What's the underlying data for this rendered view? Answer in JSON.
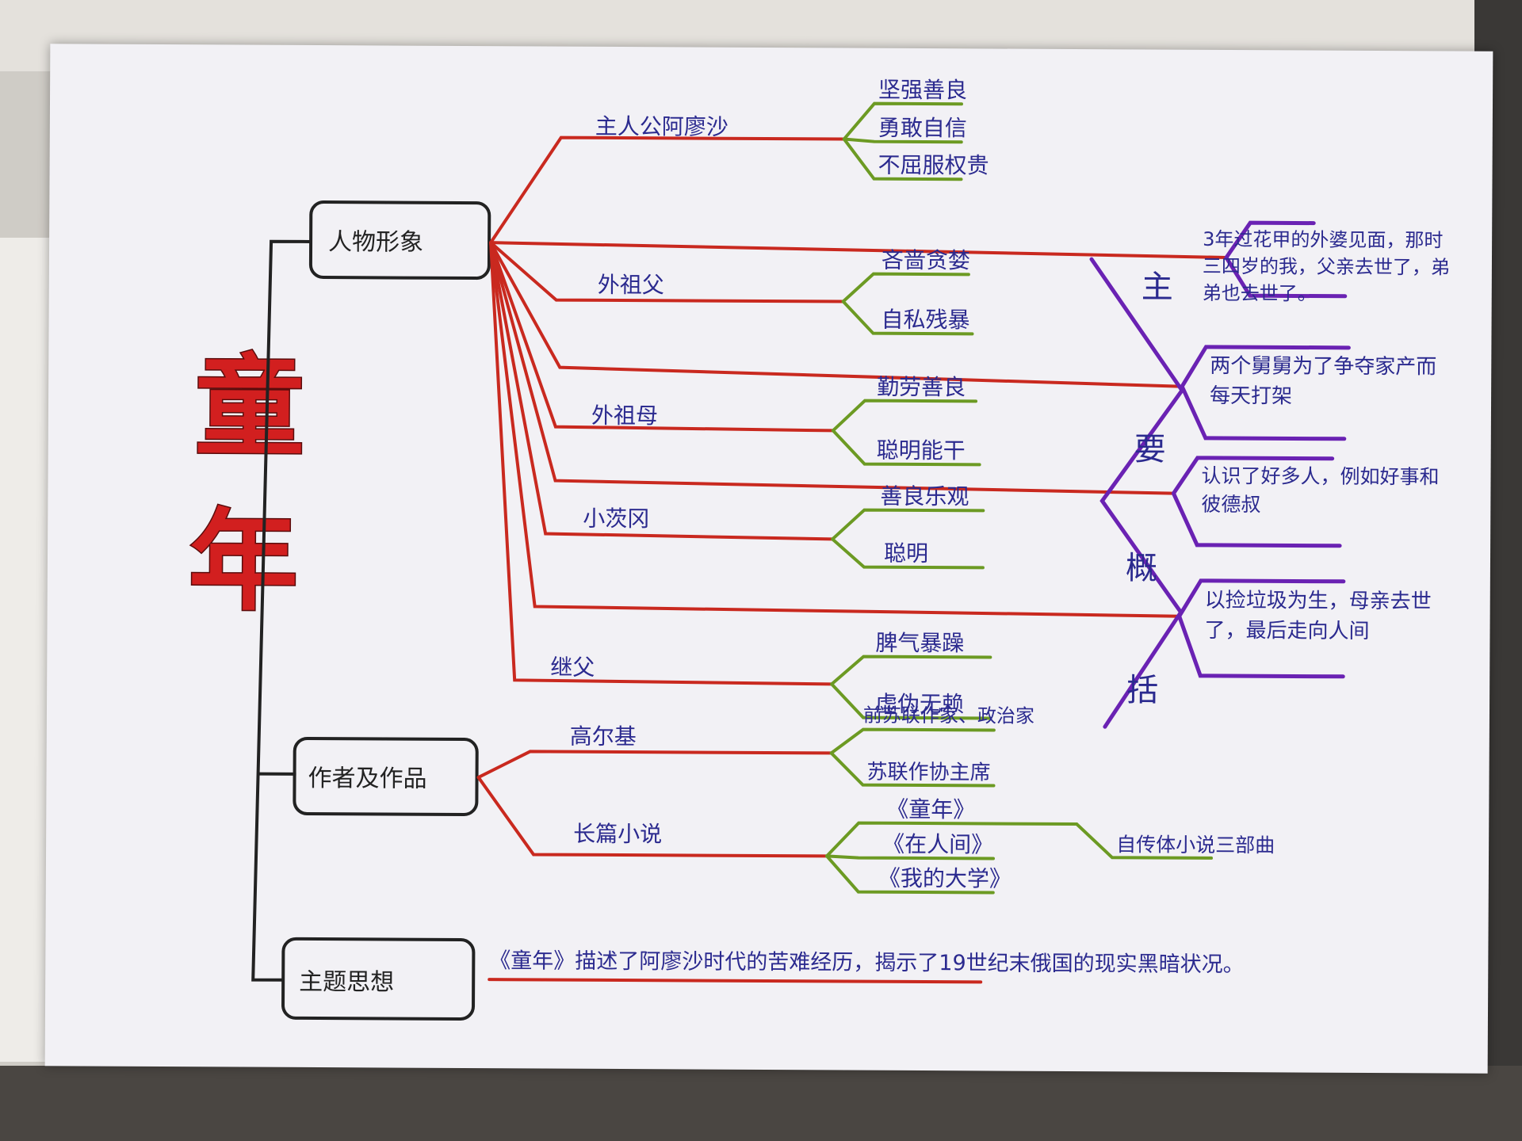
{
  "title": {
    "line1": "童",
    "line2": "年"
  },
  "colors": {
    "red": "#c9291f",
    "green": "#6c9a23",
    "purple": "#6a22b3",
    "blue_text": "#2b2a8f",
    "title_red": "#d21f1f"
  },
  "characters": {
    "box_label": "人物形象",
    "items": [
      {
        "name": "主人公阿廖沙",
        "traits": [
          "坚强善良",
          "勇敢自信",
          "不屈服权贵"
        ]
      },
      {
        "name": "外祖父",
        "traits": [
          "吝啬贪婪",
          "自私残暴"
        ]
      },
      {
        "name": "外祖母",
        "traits": [
          "勤劳善良",
          "聪明能干"
        ]
      },
      {
        "name": "小茨冈",
        "traits": [
          "善良乐观",
          "聪明"
        ]
      },
      {
        "name": "继父",
        "traits": [
          "脾气暴躁",
          "虚伪无赖"
        ]
      }
    ]
  },
  "summary": {
    "label_chars": [
      "主",
      "要",
      "概",
      "括"
    ],
    "items": [
      "3年过花甲的外婆见面，那时三四岁的我，父亲去世了，弟弟也去世了。",
      "两个舅舅为了争夺家产而每天打架",
      "认识了好多人，例如好事和彼德叔",
      "以捡垃圾为生，母亲去世了，最后走向人间"
    ]
  },
  "author": {
    "box_label": "作者及作品",
    "name": "高尔基",
    "name_details": [
      "前苏联作家、政治家",
      "苏联作协主席"
    ],
    "works_label": "长篇小说",
    "works": [
      "《童年》",
      "《在人间》",
      "《我的大学》"
    ],
    "trilogy": "自传体小说三部曲"
  },
  "theme": {
    "box_label": "主题思想",
    "text": "《童年》描述了阿廖沙时代的苦难经历，揭示了19世纪末俄国的现实黑暗状况。"
  }
}
